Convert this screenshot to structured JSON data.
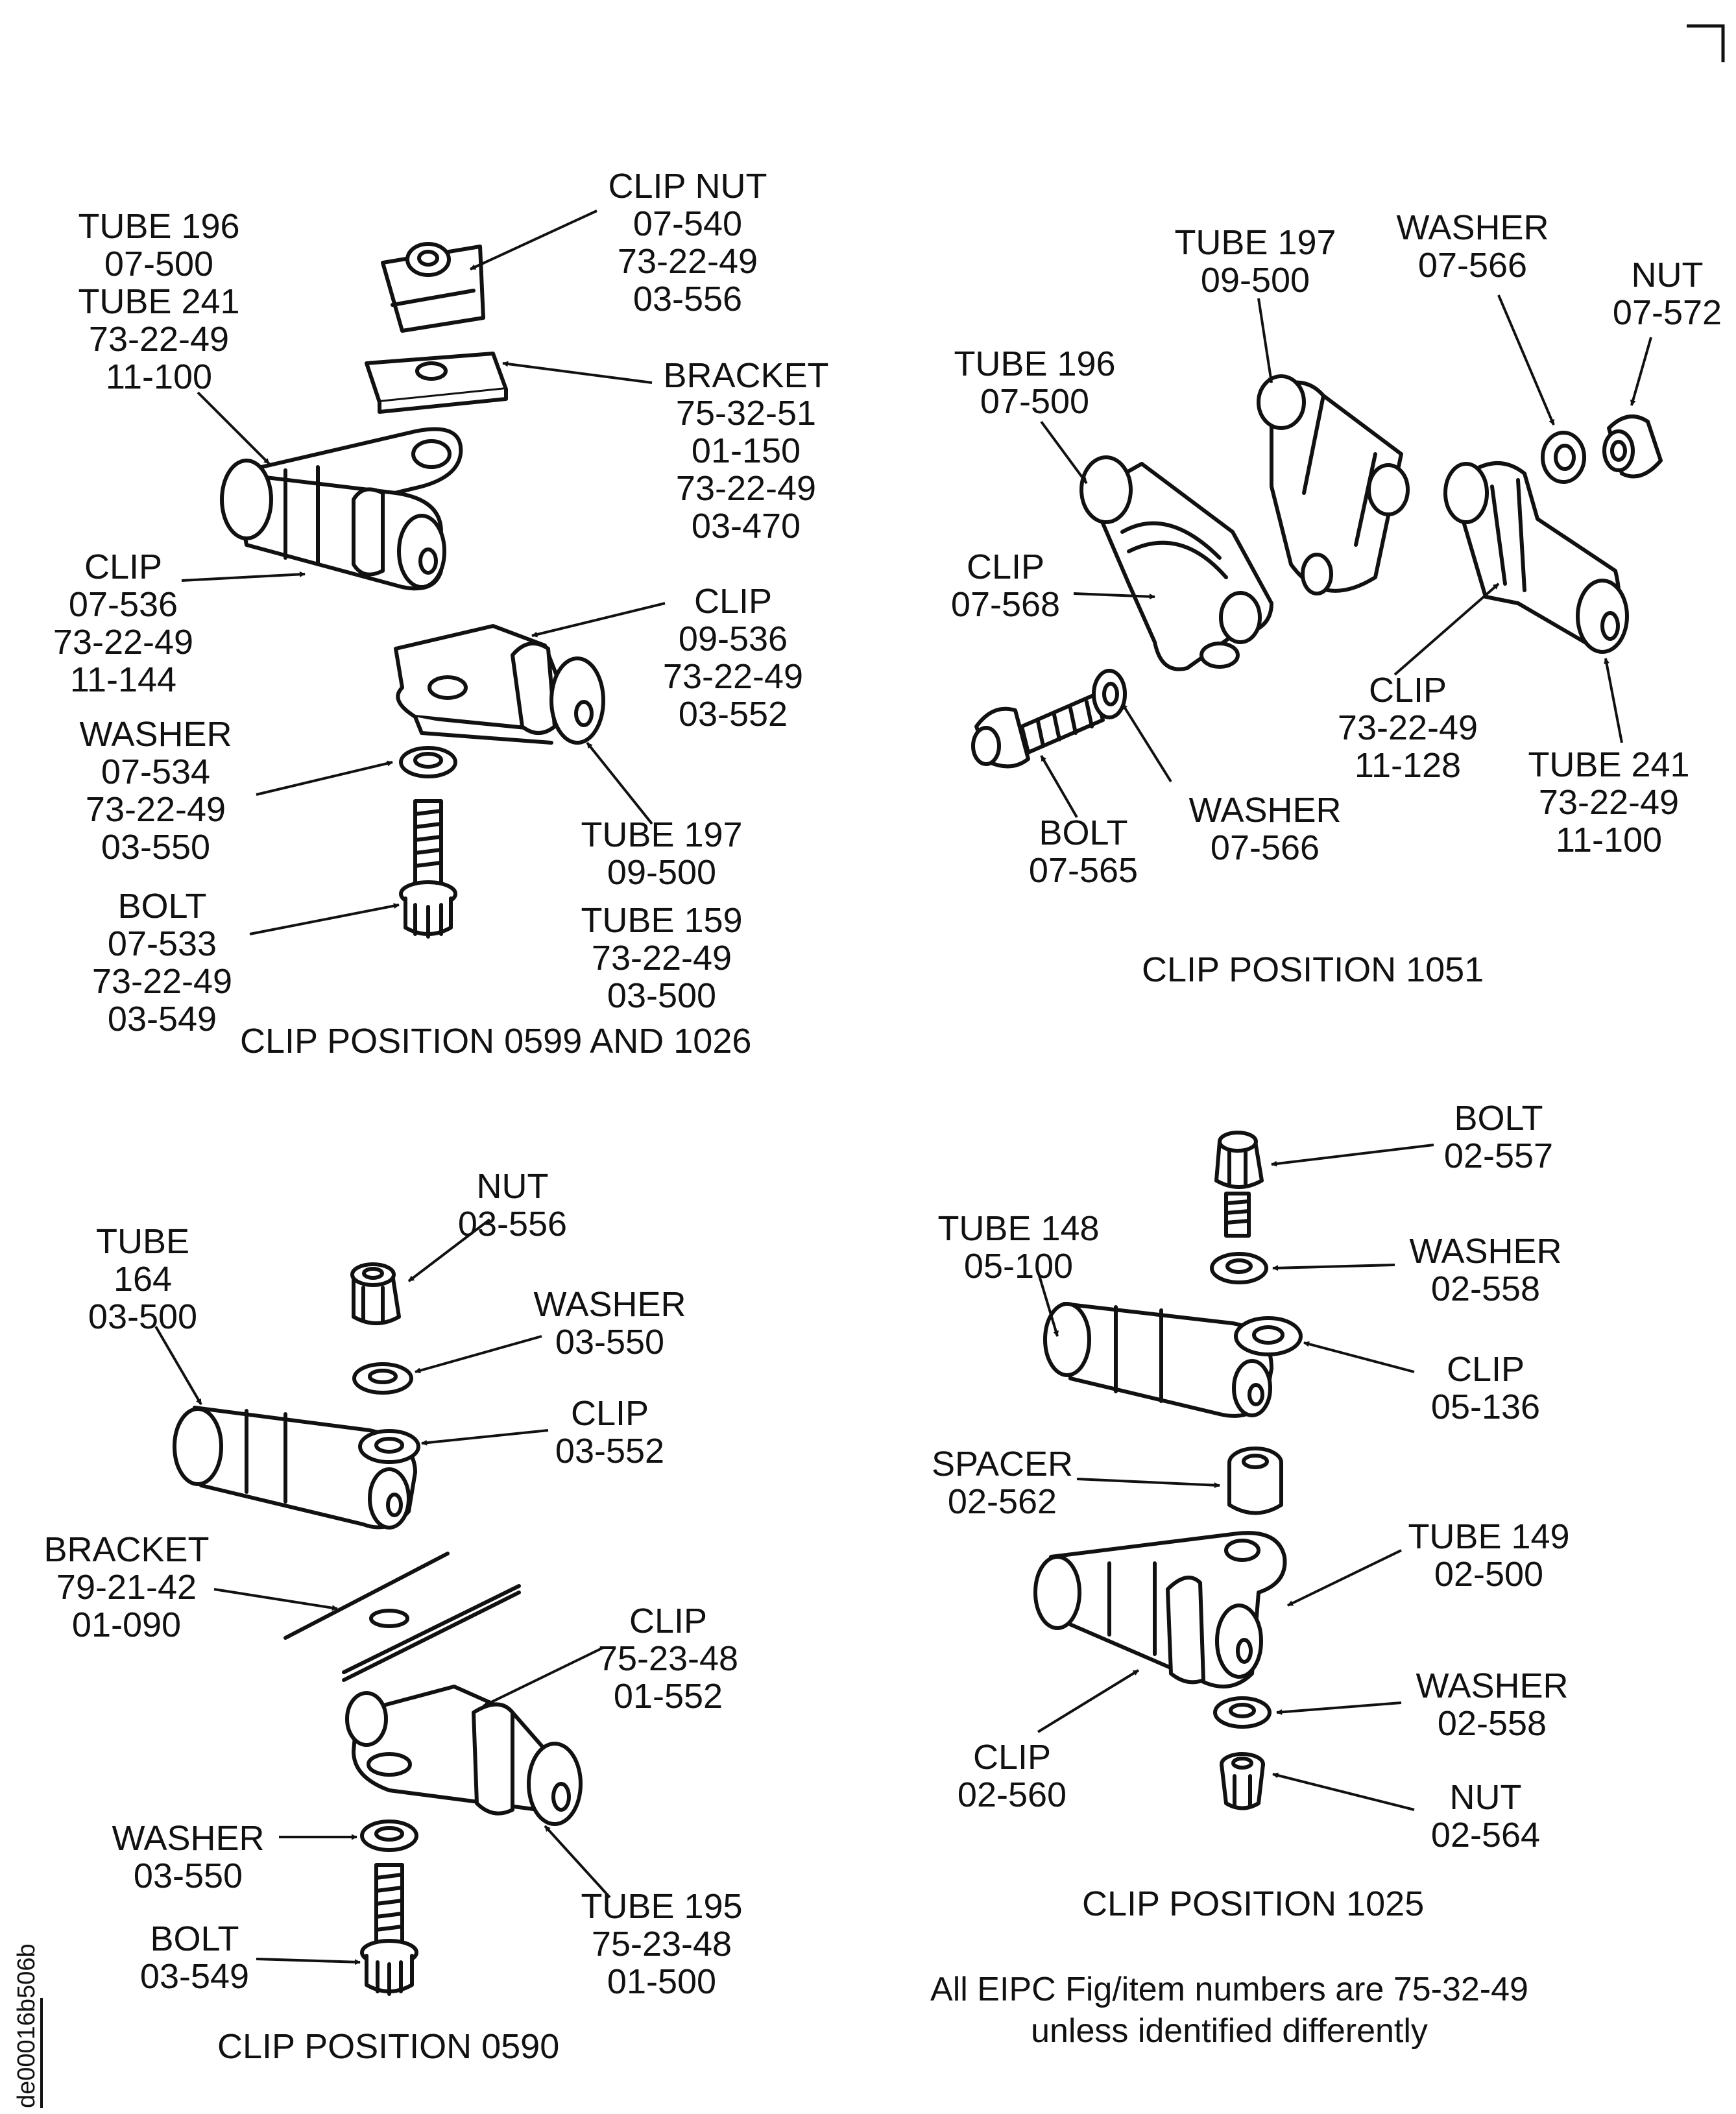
{
  "panels": {
    "p1": {
      "caption": "CLIP POSITION 0599 AND 1026",
      "labels": {
        "clip_nut": [
          "CLIP NUT",
          "07-540",
          "73-22-49",
          "03-556"
        ],
        "tube_196_241": [
          "TUBE 196",
          "07-500",
          "TUBE 241",
          "73-22-49",
          "11-100"
        ],
        "bracket": [
          "BRACKET",
          "75-32-51",
          "01-150",
          "73-22-49",
          "03-470"
        ],
        "clip_upper": [
          "CLIP",
          "07-536",
          "73-22-49",
          "11-144"
        ],
        "clip_lower": [
          "CLIP",
          "09-536",
          "73-22-49",
          "03-552"
        ],
        "washer": [
          "WASHER",
          "07-534",
          "73-22-49",
          "03-550"
        ],
        "tube_197": [
          "TUBE 197",
          "09-500"
        ],
        "tube_159": [
          "TUBE 159",
          "73-22-49",
          "03-500"
        ],
        "bolt": [
          "BOLT",
          "07-533",
          "73-22-49",
          "03-549"
        ]
      }
    },
    "p2": {
      "caption": "CLIP POSITION 1051",
      "labels": {
        "tube_197": [
          "TUBE 197",
          "09-500"
        ],
        "washer_top": [
          "WASHER",
          "07-566"
        ],
        "nut": [
          "NUT",
          "07-572"
        ],
        "tube_196": [
          "TUBE 196",
          "07-500"
        ],
        "clip_left": [
          "CLIP",
          "07-568"
        ],
        "clip_right": [
          "CLIP",
          "73-22-49",
          "11-128"
        ],
        "washer_bottom": [
          "WASHER",
          "07-566"
        ],
        "tube_241": [
          "TUBE 241",
          "73-22-49",
          "11-100"
        ],
        "bolt": [
          "BOLT",
          "07-565"
        ]
      }
    },
    "p3": {
      "caption": "CLIP POSITION 0590",
      "labels": {
        "nut": [
          "NUT",
          "03-556"
        ],
        "tube_164": [
          "TUBE",
          "164",
          "03-500"
        ],
        "washer_top": [
          "WASHER",
          "03-550"
        ],
        "clip_upper": [
          "CLIP",
          "03-552"
        ],
        "bracket": [
          "BRACKET",
          "79-21-42",
          "01-090"
        ],
        "clip_lower": [
          "CLIP",
          "75-23-48",
          "01-552"
        ],
        "washer_bottom": [
          "WASHER",
          "03-550"
        ],
        "tube_195": [
          "TUBE 195",
          "75-23-48",
          "01-500"
        ],
        "bolt": [
          "BOLT",
          "03-549"
        ]
      }
    },
    "p4": {
      "caption": "CLIP POSITION 1025",
      "labels": {
        "bolt": [
          "BOLT",
          "02-557"
        ],
        "tube_148": [
          "TUBE 148",
          "05-100"
        ],
        "washer_top": [
          "WASHER",
          "02-558"
        ],
        "clip_upper": [
          "CLIP",
          "05-136"
        ],
        "spacer": [
          "SPACER",
          "02-562"
        ],
        "tube_149": [
          "TUBE 149",
          "02-500"
        ],
        "washer_bottom": [
          "WASHER",
          "02-558"
        ],
        "clip_lower": [
          "CLIP",
          "02-560"
        ],
        "nut": [
          "NUT",
          "02-564"
        ]
      }
    }
  },
  "footnote": [
    "All EIPC Fig/item numbers are 75-32-49",
    "unless identified differently"
  ],
  "doc_id": "de00016b506b"
}
